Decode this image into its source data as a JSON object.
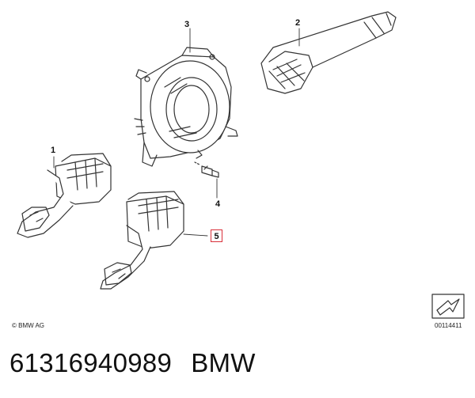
{
  "diagram": {
    "callouts": {
      "c1": "1",
      "c2": "2",
      "c3": "3",
      "c4": "4",
      "c5": "5"
    },
    "highlighted_callout": "5",
    "highlight_color": "#d9303a",
    "copyright": "© BMW AG",
    "diagram_code": "00114411",
    "orientation_icon": "direction-arrow-icon"
  },
  "footer": {
    "part_number": "61316940989",
    "brand": "BMW"
  }
}
